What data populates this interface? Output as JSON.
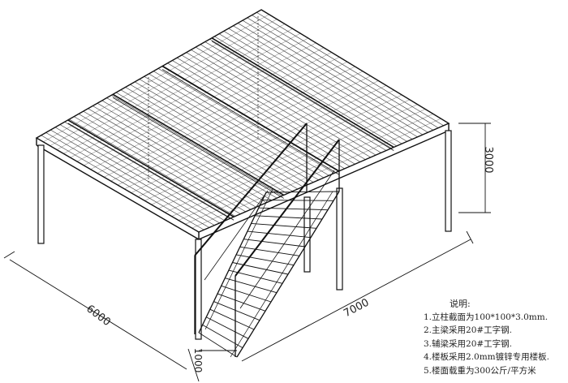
{
  "dimensions": {
    "height": "3000",
    "length": "7000",
    "width": "6000",
    "stair_width": "1000"
  },
  "notes": {
    "title": "说明:",
    "items": [
      "1.立柱截面为100*100*3.0mm.",
      "2.主梁采用20#工字钢.",
      "3.辅梁采用20#工字钢.",
      "4.楼板采用2.0mm镀锌专用楼板.",
      "5.楼面载重为300公斤/平方米"
    ]
  }
}
